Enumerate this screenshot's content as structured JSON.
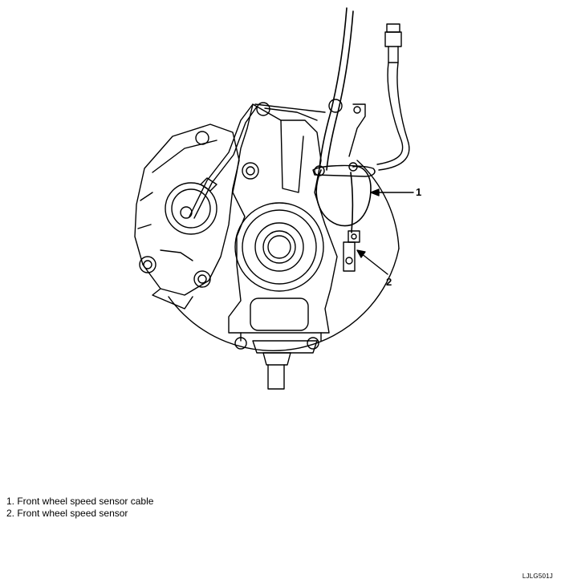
{
  "callouts": [
    {
      "number": "1"
    },
    {
      "number": "2"
    }
  ],
  "legend": [
    {
      "text": "1. Front wheel speed sensor cable"
    },
    {
      "text": "2. Front wheel speed sensor"
    }
  ],
  "figure_code": "LJLG501J",
  "colors": {
    "line": "#000000",
    "background": "#ffffff"
  }
}
